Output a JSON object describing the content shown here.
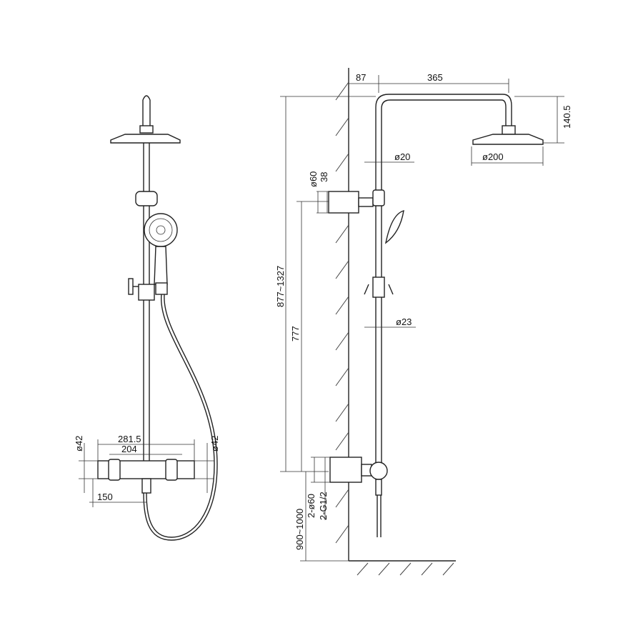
{
  "front_view": {
    "dim_width_total": "281.5",
    "dim_width_centers": "204",
    "dim_dia_left": "ø42",
    "dim_dia_right": "ø42",
    "dim_spout_offset": "150"
  },
  "side_view": {
    "dim_wall_offset": "87",
    "dim_arm_length": "365",
    "dim_head_drop": "140.5",
    "dim_head_dia": "ø200",
    "dim_upper_pipe_dia": "ø20",
    "dim_lower_pipe_dia": "ø23",
    "dim_bracket_dia": "ø60",
    "dim_bracket_depth": "38",
    "dim_total_height": "877~1327",
    "dim_bracket_height": "777",
    "dim_install_height": "900~1000",
    "dim_inlet_dia": "2-ø60",
    "dim_inlet_thread": "2-G1/2"
  },
  "colors": {
    "line": "#222222",
    "background": "#ffffff"
  }
}
